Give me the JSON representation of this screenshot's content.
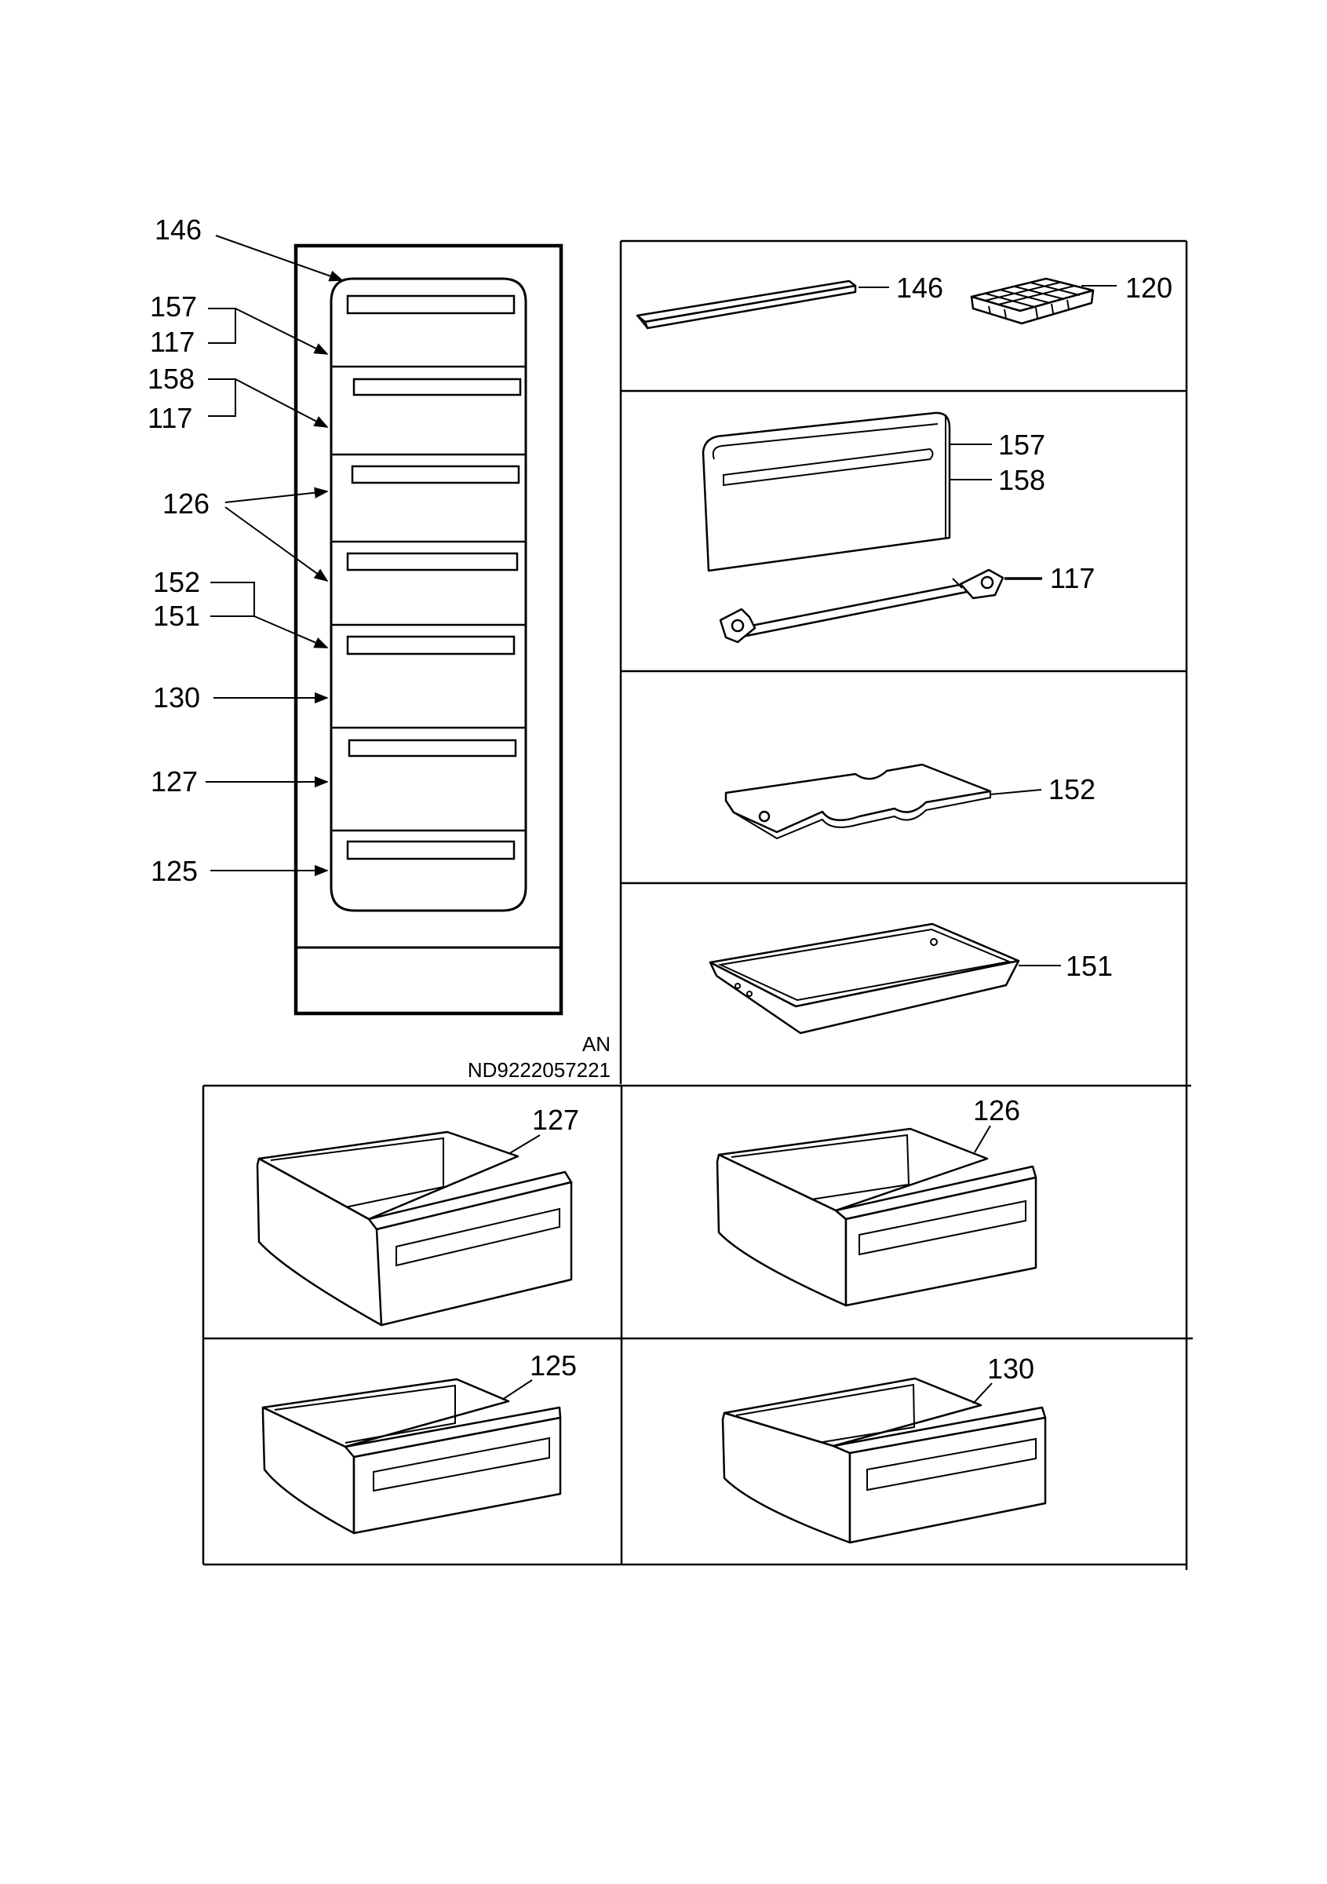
{
  "cabinet_labels": {
    "top": "146",
    "door_a": "157",
    "hinge_a": "117",
    "door_b": "158",
    "hinge_b": "117",
    "drawer_upper": "126",
    "shelf": "152",
    "tray": "151",
    "drawer_mid": "130",
    "drawer_lower": "127",
    "drawer_bottom": "125"
  },
  "panel_labels": {
    "strip": "146",
    "ice_tray": "120",
    "front_a": "157",
    "front_b": "158",
    "hinge_bar": "117",
    "shelf_plate": "152",
    "tray_part": "151",
    "drawer_127": "127",
    "drawer_126": "126",
    "drawer_125": "125",
    "drawer_130": "130"
  },
  "footer": {
    "code_line1": "AN",
    "code_line2": "ND9222057221"
  }
}
